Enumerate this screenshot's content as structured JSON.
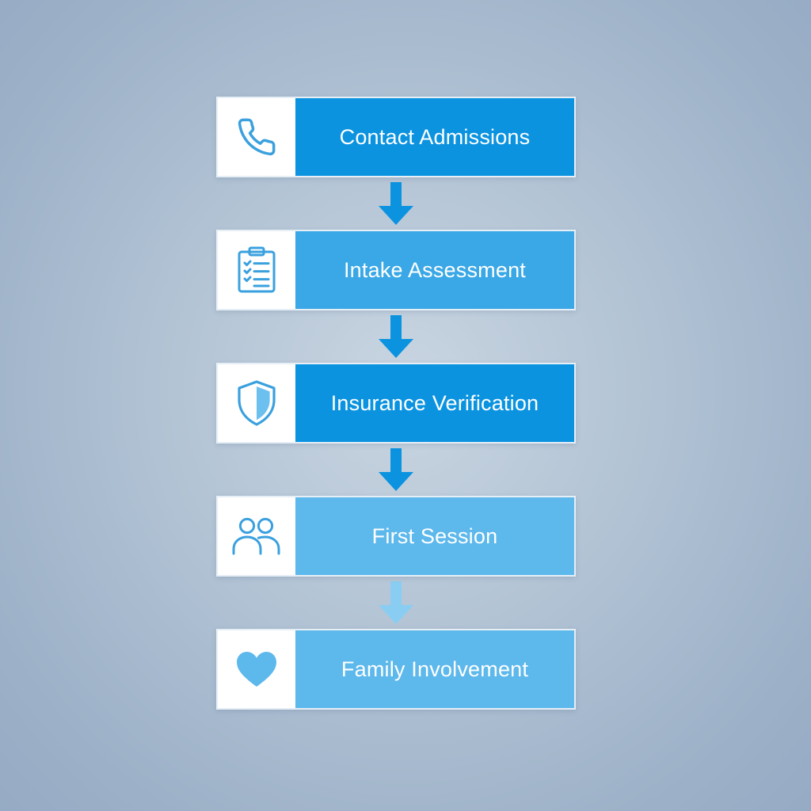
{
  "diagram": {
    "steps": [
      {
        "label": "Contact Admissions",
        "icon": "phone-icon",
        "color": "#0b93e0"
      },
      {
        "label": "Intake Assessment",
        "icon": "clipboard-checklist-icon",
        "color": "#3aa8e6"
      },
      {
        "label": "Insurance Verification",
        "icon": "shield-icon",
        "color": "#0b93e0"
      },
      {
        "label": "First Session",
        "icon": "people-icon",
        "color": "#5db8ec"
      },
      {
        "label": "Family Involvement",
        "icon": "heart-icon",
        "color": "#5db8ec"
      }
    ],
    "arrows": [
      {
        "color": "#0b93e0"
      },
      {
        "color": "#0b93e0"
      },
      {
        "color": "#0b93e0"
      },
      {
        "color": "#8acdf2"
      }
    ]
  }
}
